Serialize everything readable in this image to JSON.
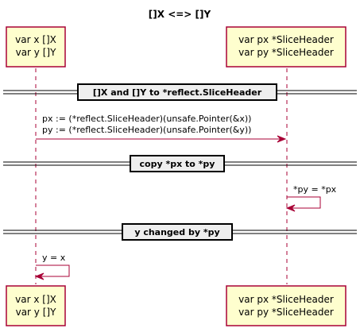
{
  "title": "[]X <=> []Y",
  "participants": {
    "left": {
      "line1": "var x []X",
      "line2": "var y []Y"
    },
    "right": {
      "line1": "var px *SliceHeader",
      "line2": "var py *SliceHeader"
    }
  },
  "dividers": [
    {
      "label": "[]X and []Y to *reflect.SliceHeader"
    },
    {
      "label": "copy *px to *py"
    },
    {
      "label": "y changed by *py"
    }
  ],
  "messages": [
    {
      "line1": "px := (*reflect.SliceHeader)(unsafe.Pointer(&x))",
      "line2": "py := (*reflect.SliceHeader)(unsafe.Pointer(&y))"
    },
    {
      "line1": "*py = *px"
    },
    {
      "line1": "y = x"
    }
  ],
  "colors": {
    "participant_fill": "#FEFECE",
    "participant_border": "#A80036",
    "arrow": "#A80036",
    "divider_fill": "#EEEEEE"
  }
}
